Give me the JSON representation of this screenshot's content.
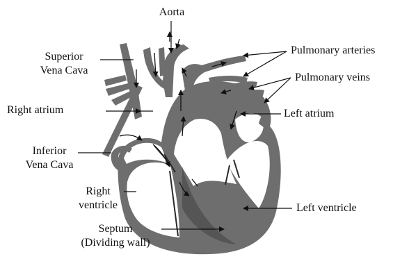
{
  "labels": {
    "aorta": "Aorta",
    "superior_vena_cava": [
      "Superior",
      "Vena Cava"
    ],
    "right_atrium": "Right atrium",
    "inferior_vena_cava": [
      "Inferior",
      "Vena Cava"
    ],
    "right_ventricle": [
      "Right",
      "ventricle"
    ],
    "septum": [
      "Septum",
      "(Dividing wall)"
    ],
    "pulmonary_arteries": "Pulmonary arteries",
    "pulmonary_veins": "Pulmonary veins",
    "left_atrium": "Left atrium",
    "left_ventricle": "Left ventricle"
  },
  "colors": {
    "heart_muscle": "#6e6e6e",
    "heart_dark": "#4a4a4a",
    "lumen": "#ffffff",
    "label_line": "#111111"
  }
}
